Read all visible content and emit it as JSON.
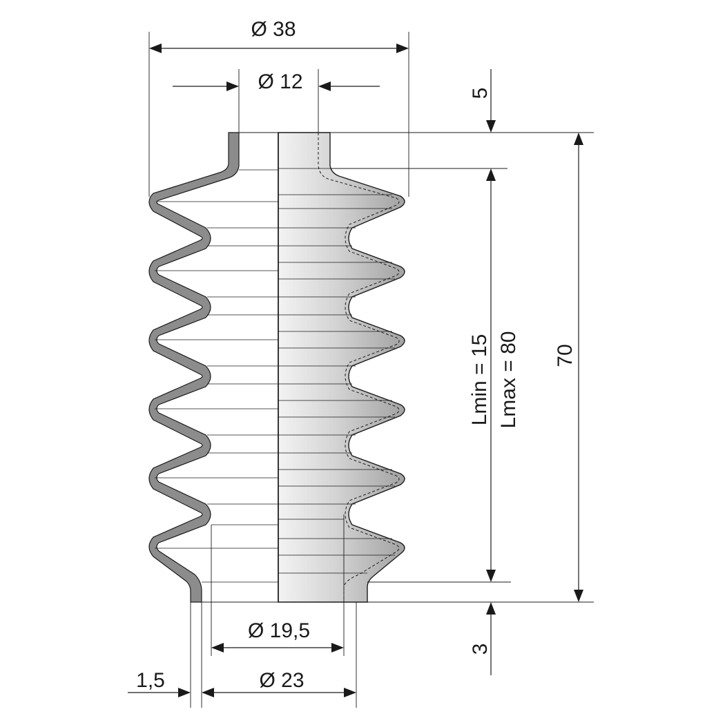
{
  "drawing": {
    "dims": {
      "outer_diameter": "Ø 38",
      "inner_top_diameter": "Ø 12",
      "inner_bottom_diameter": "Ø 19,5",
      "bottom_outer_diameter": "Ø 23",
      "top_collar_height": "5",
      "bottom_collar_height": "3",
      "total_height": "70",
      "wall_thickness": "1,5",
      "length_min": "Lmin = 15",
      "length_max": "Lmax = 80"
    },
    "colors": {
      "stroke": "#1a1a1a",
      "shade_light": "#f2f2f2",
      "shade_dark": "#a9a9a9",
      "wall_grey": "#8c8c8c"
    }
  }
}
